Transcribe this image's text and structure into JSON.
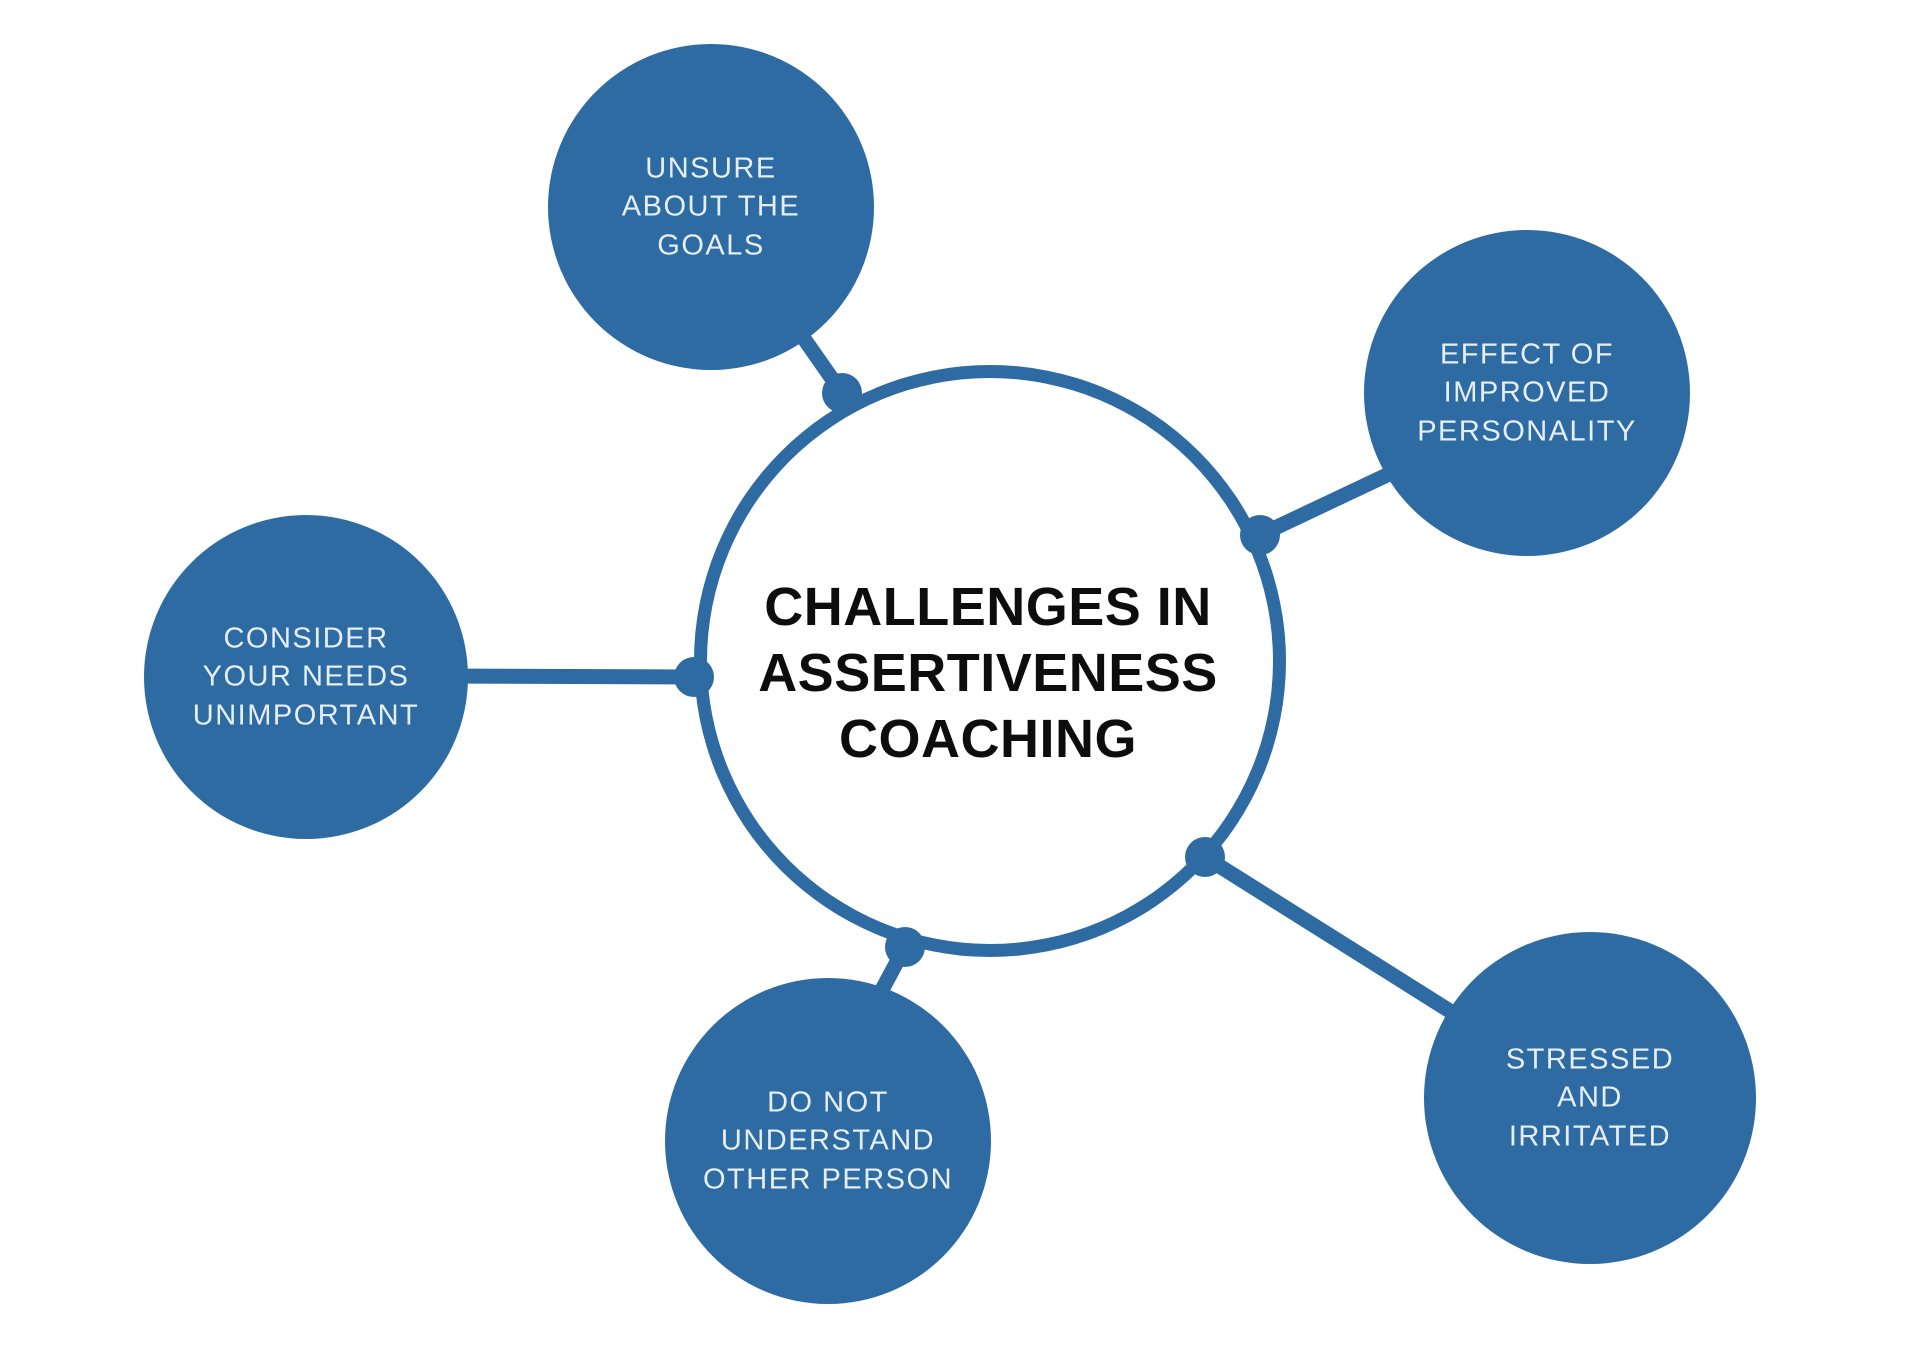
{
  "diagram": {
    "center": {
      "title": "CHALLENGES IN\nASSERTIVENESS\nCOACHING"
    },
    "nodes": [
      {
        "id": "unsure-about-the-goals",
        "label": "UNSURE\nABOUT THE\nGOALS"
      },
      {
        "id": "effect-of-improved-personality",
        "label": "EFFECT OF\nIMPROVED\nPERSONALITY"
      },
      {
        "id": "consider-your-needs-unimportant",
        "label": "CONSIDER\nYOUR NEEDS\nUNIMPORTANT"
      },
      {
        "id": "do-not-understand-other-person",
        "label": "DO NOT\nUNDERSTAND\nOTHER PERSON"
      },
      {
        "id": "stressed-and-irritated",
        "label": "STRESSED\nAND\nIRRITATED"
      }
    ],
    "colors": {
      "background": "#FFFFFF",
      "node_fill": "#2E6BA3",
      "node_text": "#E6EFF8",
      "connector": "#2E6BA3",
      "junction_dot": "#2E6BA3",
      "center_border": "#2E6BA3",
      "center_fill": "#FFFFFF",
      "center_text": "#0D0D0D"
    }
  }
}
